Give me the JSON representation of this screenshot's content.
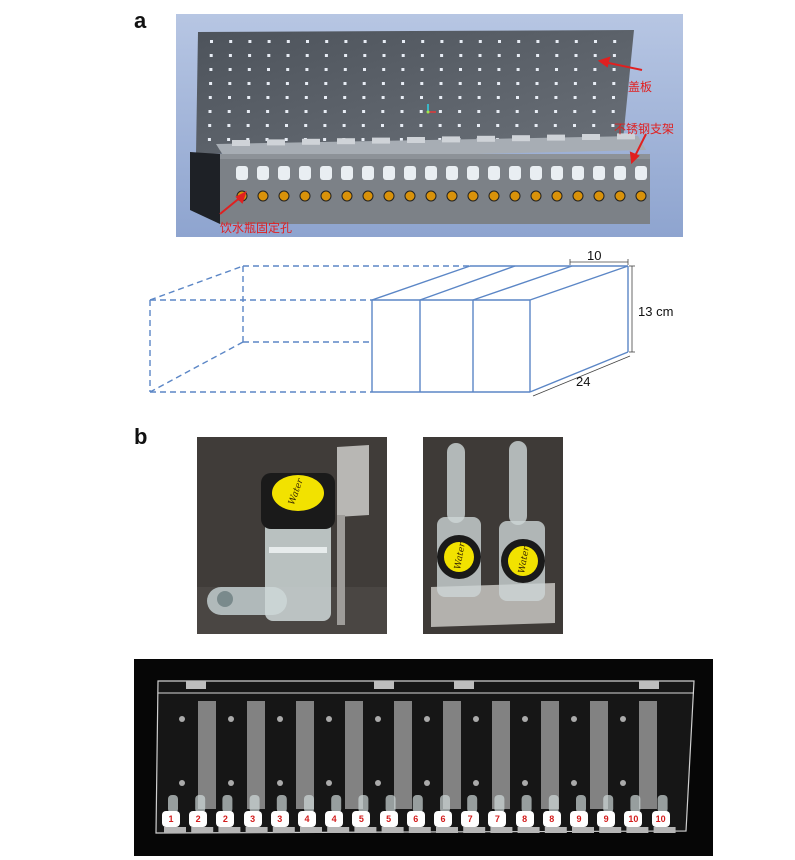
{
  "panels": {
    "a": {
      "letter": "a"
    },
    "b": {
      "letter": "b"
    }
  },
  "render3d": {
    "labels": {
      "cover": "盖板",
      "steel_frame": "不锈钢支架",
      "bottle_hole": "饮水瓶固定孔"
    },
    "colors": {
      "background": "#9fb3d8",
      "board": "#5a6068",
      "box": "#7c8187",
      "arrow": "#e02020",
      "hole": "#d9920a"
    }
  },
  "schematic": {
    "dims": {
      "width": "10",
      "height": "13 cm",
      "depth": "24"
    },
    "line_color": "#5b86c6"
  },
  "photos": {
    "bottle_label": "Water",
    "cage_numbers": [
      "1",
      "2",
      "2",
      "3",
      "3",
      "4",
      "4",
      "5",
      "5",
      "6",
      "6",
      "7",
      "7",
      "8",
      "8",
      "9",
      "9",
      "10",
      "10"
    ]
  }
}
